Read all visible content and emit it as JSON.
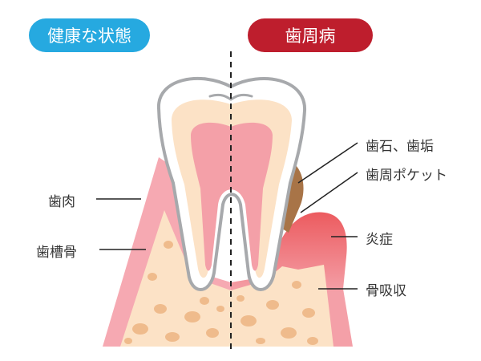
{
  "badges": {
    "healthy": {
      "label": "健康な状態",
      "color": "#26a9e0"
    },
    "disease": {
      "label": "歯周病",
      "color": "#be1e2d"
    }
  },
  "labels": {
    "gum": "歯肉",
    "alveolar_bone": "歯槽骨",
    "tartar_plaque": "歯石、歯垢",
    "periodontal_pocket": "歯周ポケット",
    "inflammation": "炎症",
    "bone_resorption": "骨吸収"
  }
}
